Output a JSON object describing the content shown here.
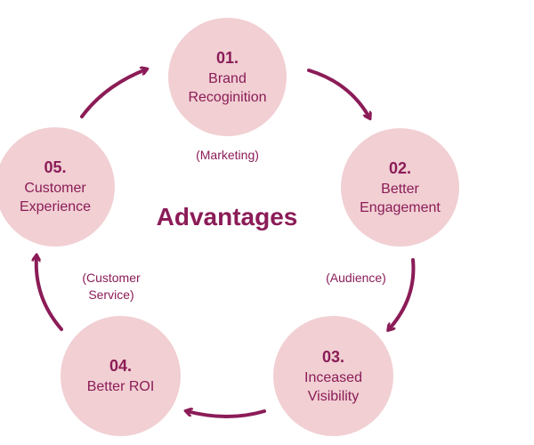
{
  "diagram": {
    "title": "Advantages",
    "accent_color": "#8b1c57",
    "node_fill": "#f1cfd3",
    "nodes": [
      {
        "number": "01.",
        "label": "Brand\nRecoginition"
      },
      {
        "number": "02.",
        "label": "Better\nEngagement"
      },
      {
        "number": "03.",
        "label": "Inceased\nVisibility"
      },
      {
        "number": "04.",
        "label": "Better ROI"
      },
      {
        "number": "05.",
        "label": "Customer\nExperience"
      }
    ],
    "notes": [
      "(Marketing)",
      "(Audience)",
      "(Customer\nService)"
    ]
  }
}
